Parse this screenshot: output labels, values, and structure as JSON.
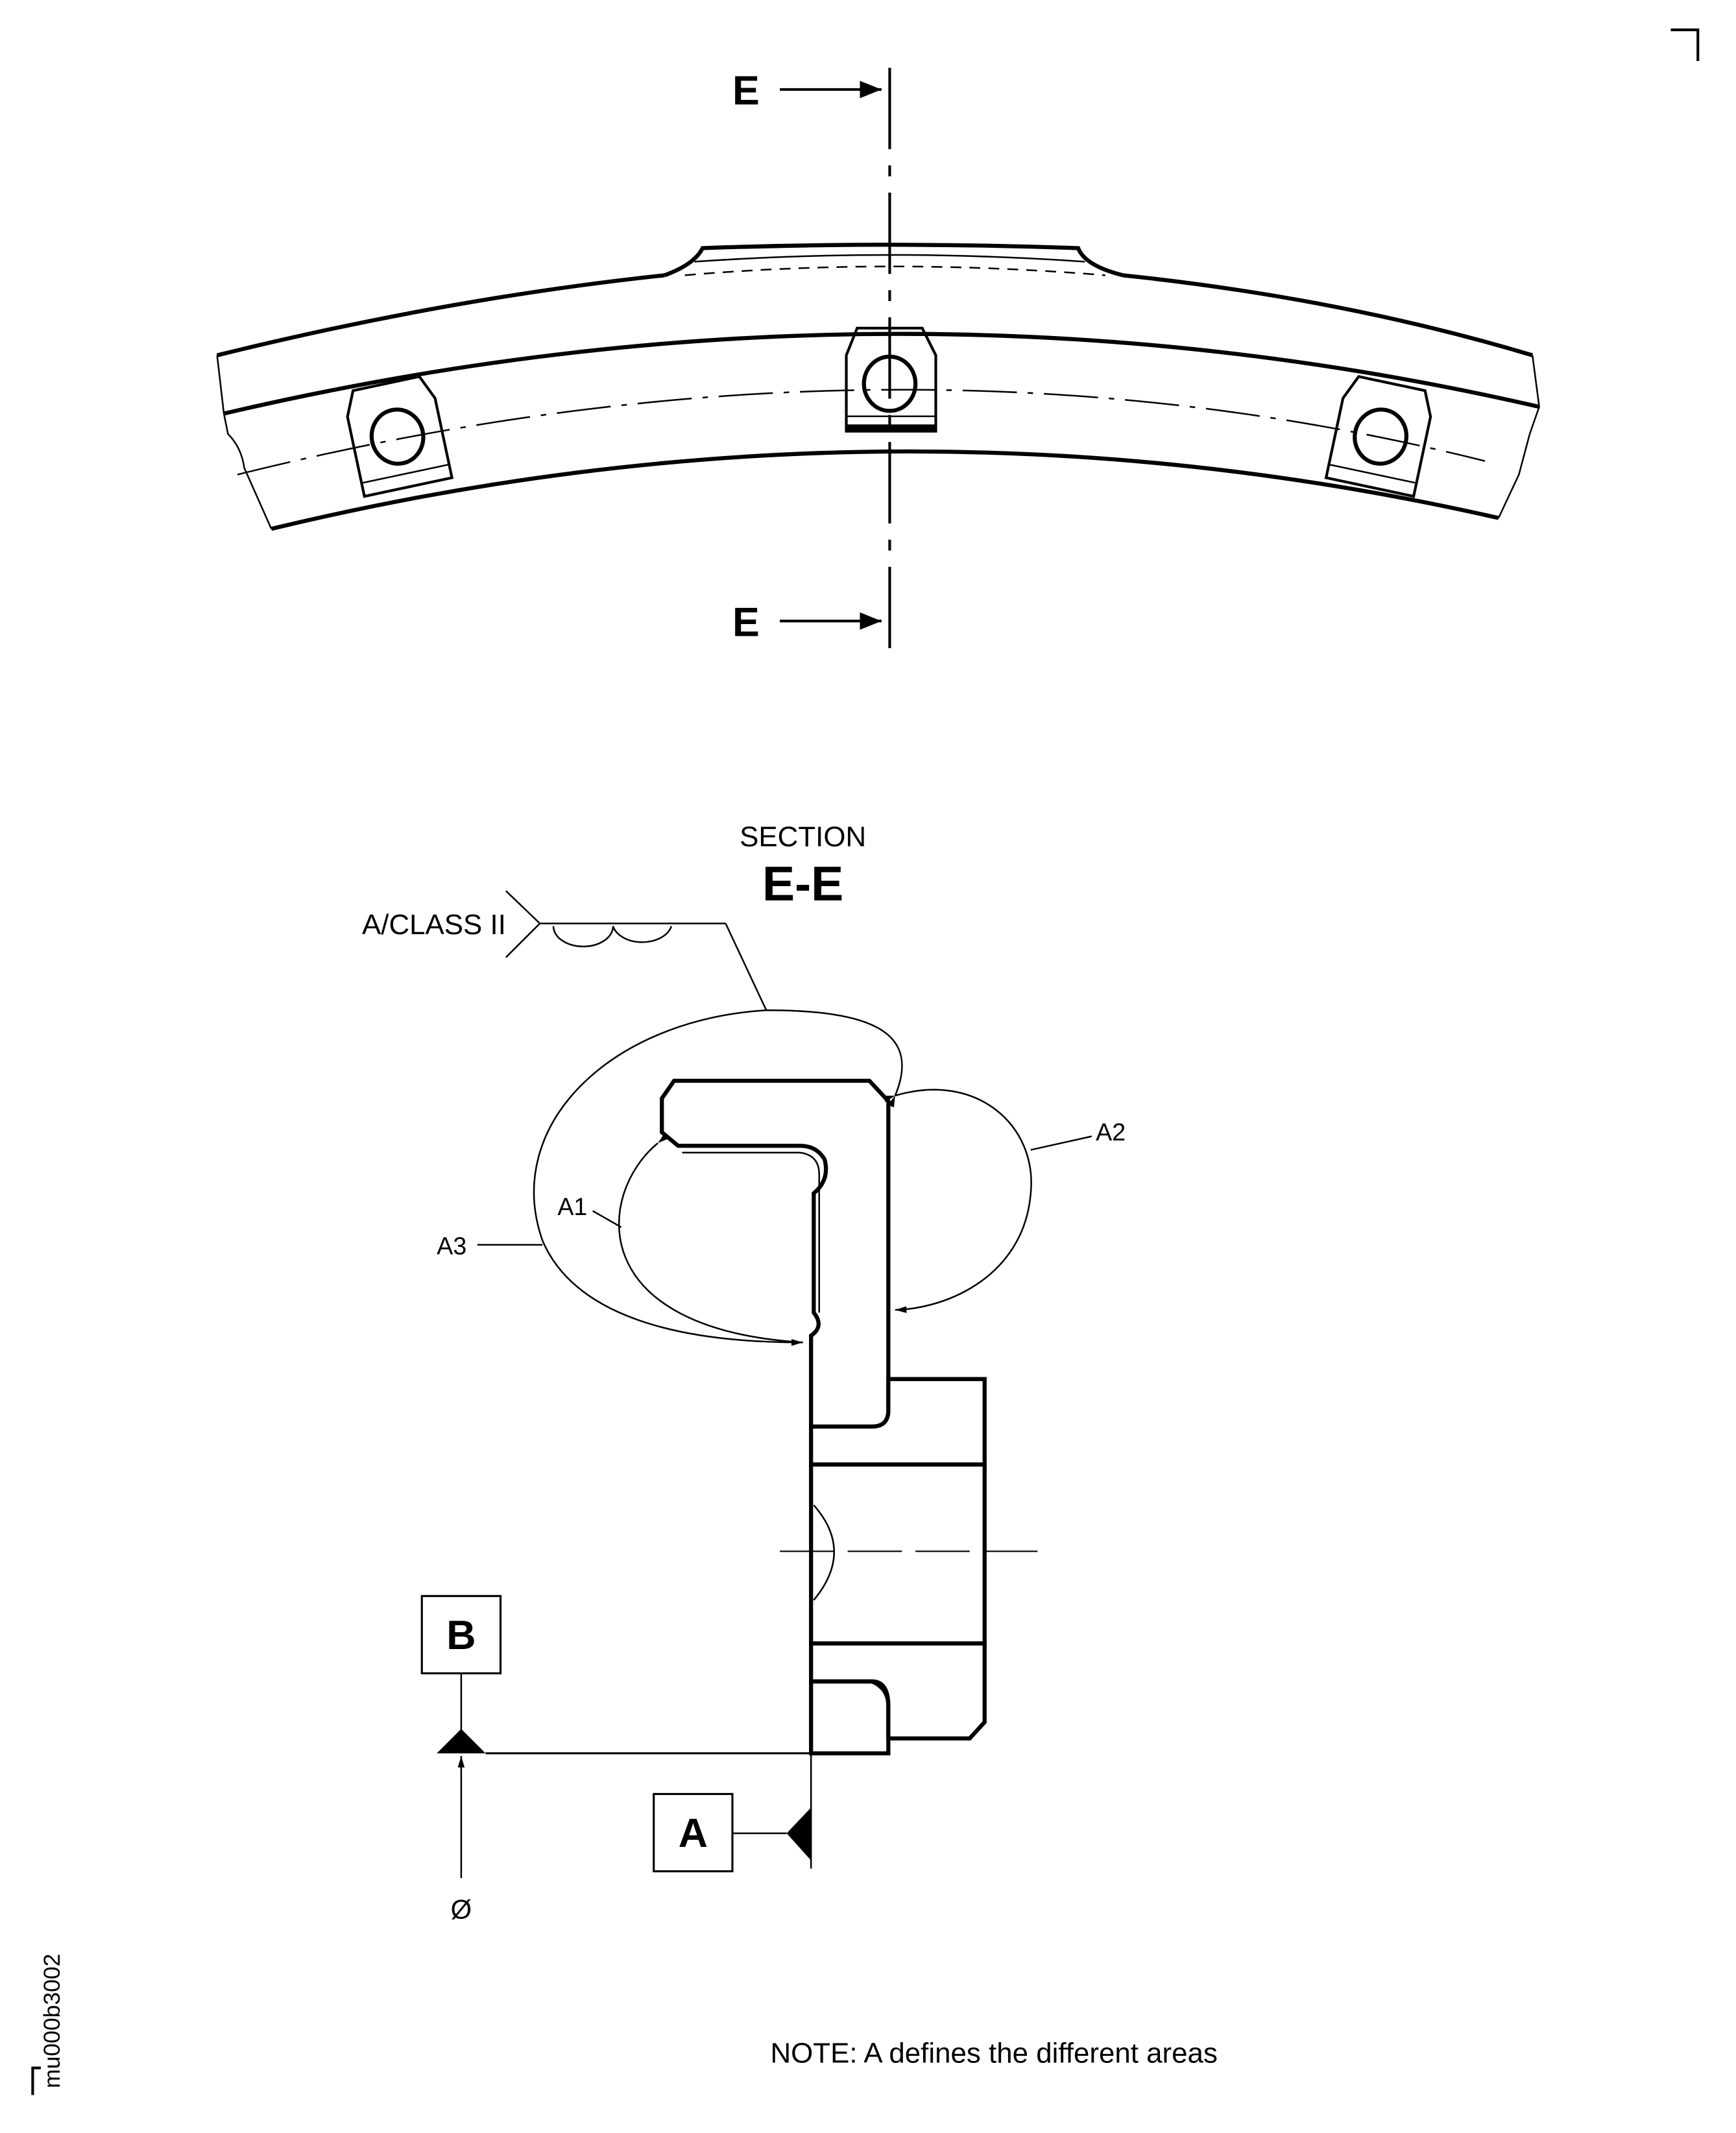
{
  "top_view": {
    "section_marker_top": "E",
    "section_marker_bottom": "E"
  },
  "section_view": {
    "title_small": "SECTION",
    "title_large": "E-E",
    "weld_callout": "A/CLASS II",
    "area_labels": {
      "a1": "A1",
      "a2": "A2",
      "a3": "A3"
    },
    "datum_b": "B",
    "datum_a": "A",
    "diameter_symbol": "Ø"
  },
  "note": "NOTE:  A defines the different areas",
  "drawing_id": "mu000b3002"
}
